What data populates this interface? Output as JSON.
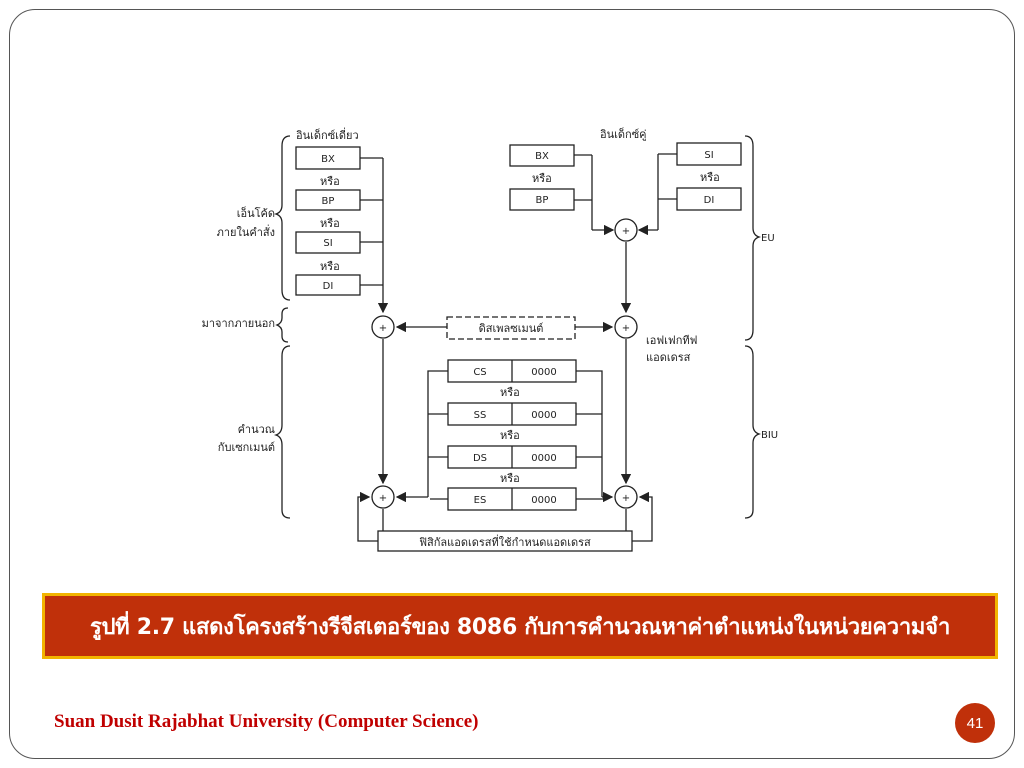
{
  "diagram": {
    "single_index_label": "อินเด็กซ์เดี่ยว",
    "double_index_label": "อินเด็กซ์คู่",
    "left_index_regs": [
      "BX",
      "BP",
      "SI",
      "DI"
    ],
    "right_base_regs": [
      "BX",
      "BP"
    ],
    "right_index_regs": [
      "SI",
      "DI"
    ],
    "or_label": "หรือ",
    "encoded_label_1": "เอ็นโค้ด",
    "encoded_label_2": "ภายในคำสั่ง",
    "external_label": "มาจากภายนอก",
    "segment_calc_label_1": "คำนวณ",
    "segment_calc_label_2": "กับเซกเมนต์",
    "displacement_label": "ดิสเพลซเมนต์",
    "effective_address_1": "เอฟเฟกทีฟ",
    "effective_address_2": "แอดเดรส",
    "segment_regs": [
      "CS",
      "SS",
      "DS",
      "ES"
    ],
    "segment_value": "0000",
    "physical_address_label": "ฟิสิกัลแอดเดรสที่ใช้กำหนดแอดเดรส",
    "eu_label": "EU",
    "biu_label": "BIU",
    "plus_symbol": "+"
  },
  "caption": "รูปที่ 2.7 แสดงโครงสร้างรีจีสเตอร์ของ 8086 กับการคำนวณหาค่าตำแหน่งในหน่วยความจำ",
  "footer": "Suan Dusit Rajabhat University (Computer Science)",
  "page_number": "41",
  "colors": {
    "caption_bg": "#c0300a",
    "caption_border": "#f2b400",
    "footer_text": "#c00000"
  }
}
